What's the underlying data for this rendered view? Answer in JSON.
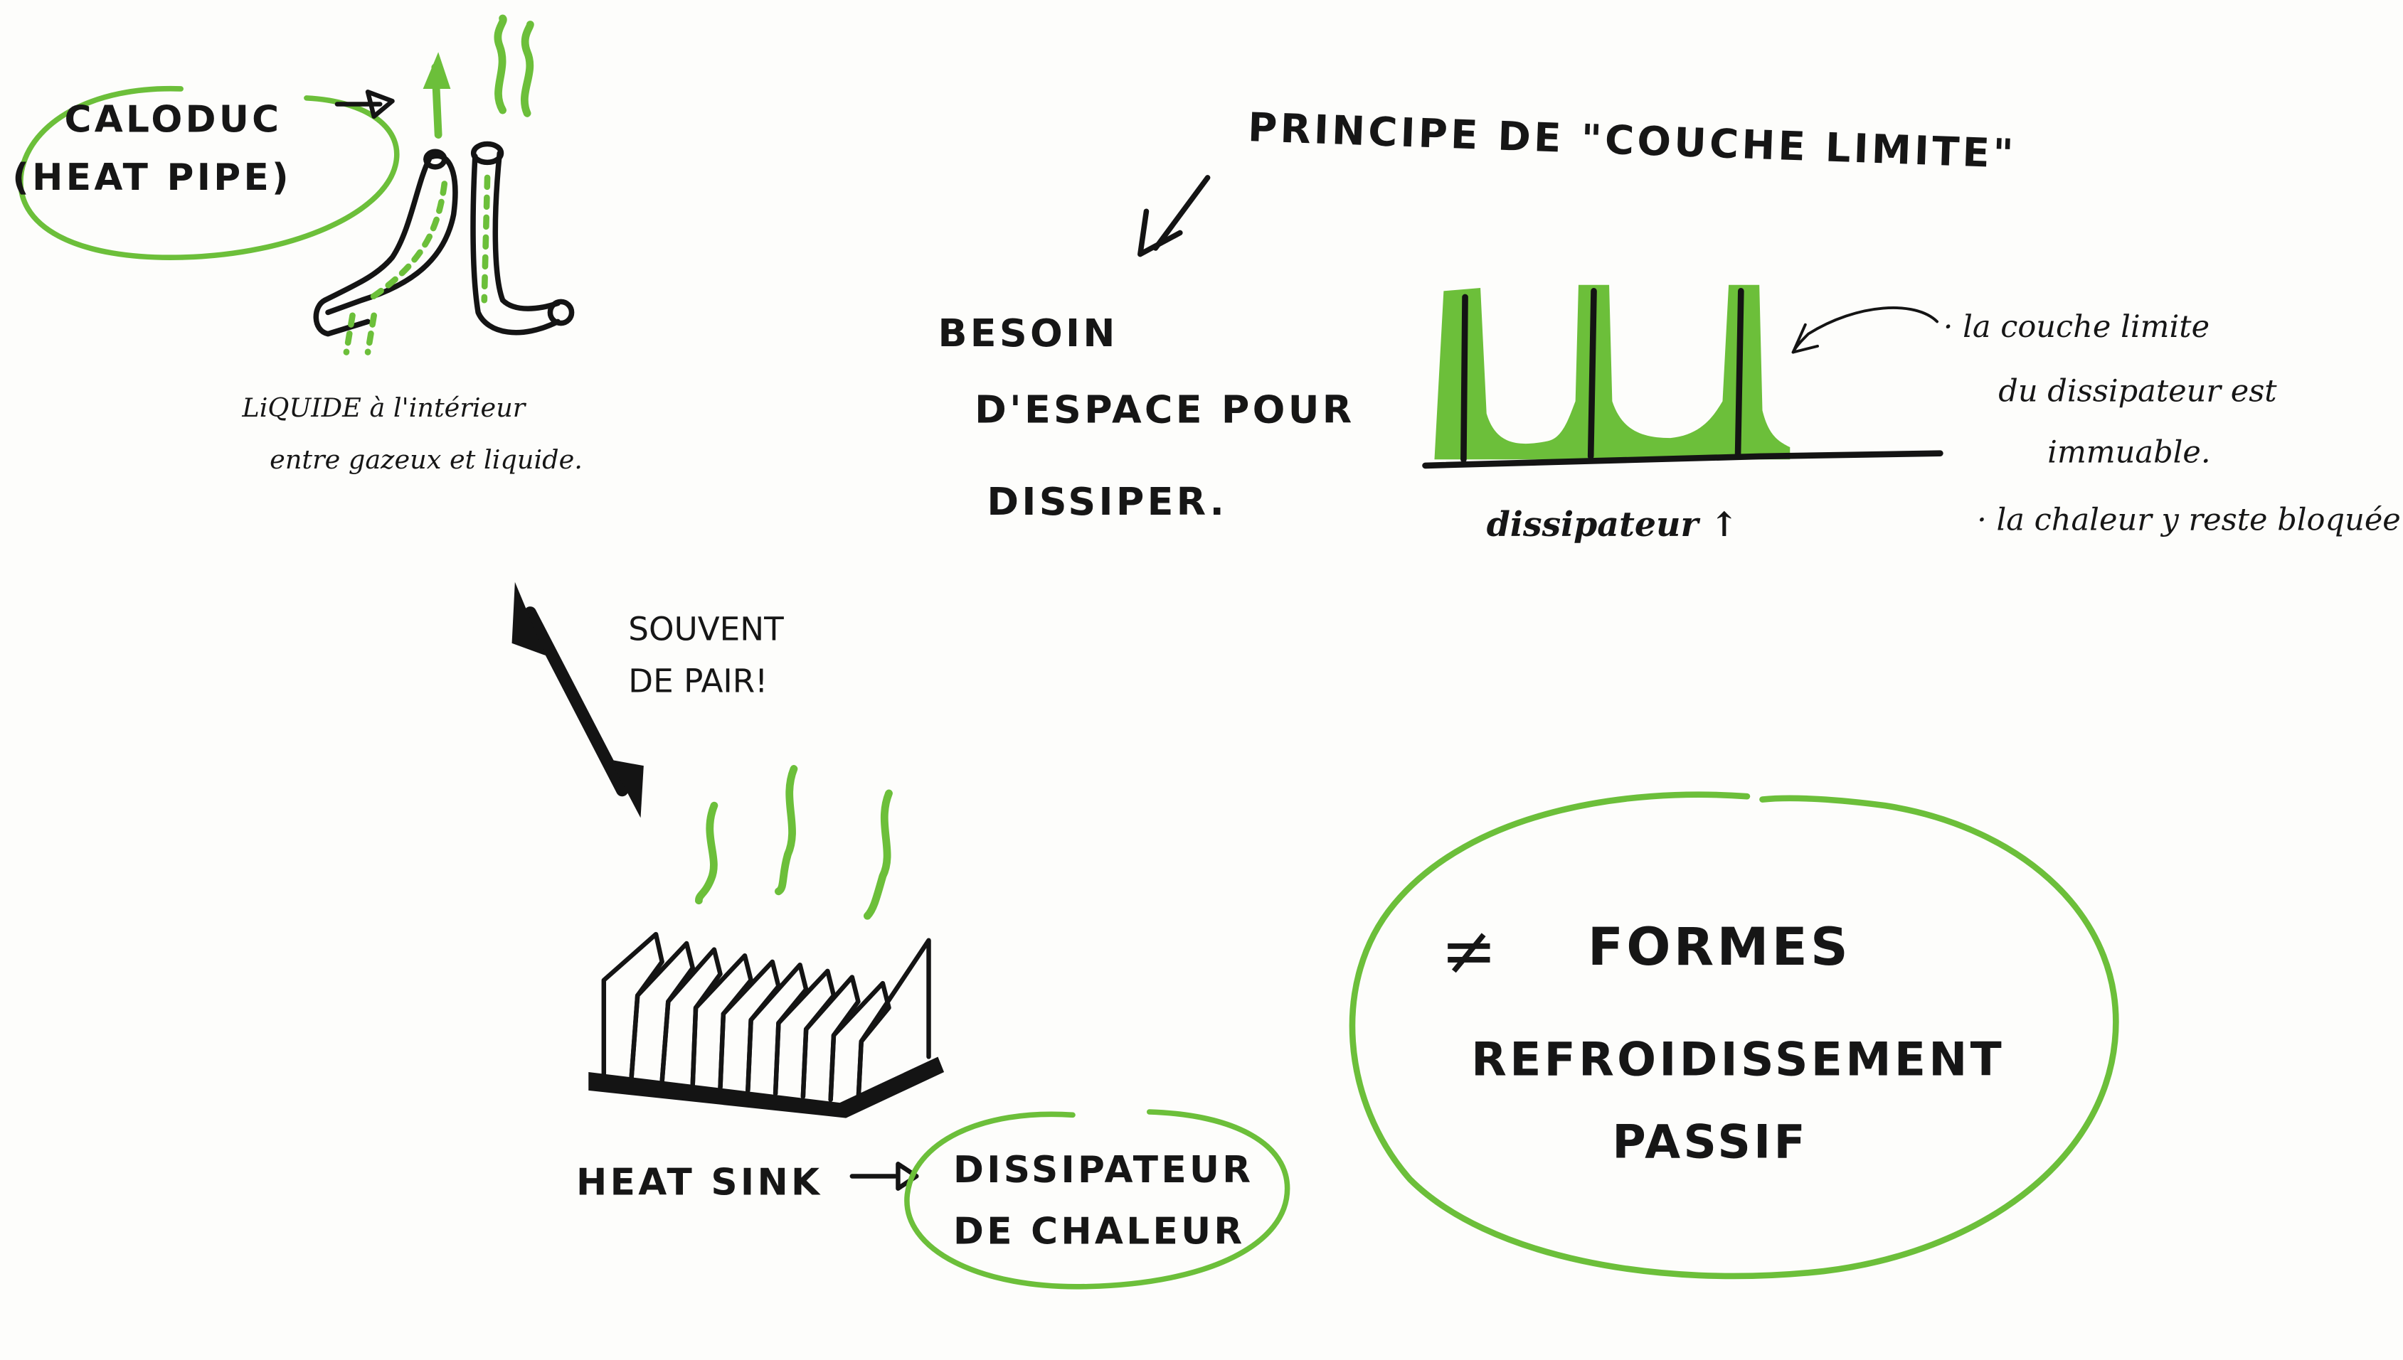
{
  "colors": {
    "accent_green": "#6cbf3a",
    "ink": "#141414",
    "paper": "#fdfdfb"
  },
  "heat_pipe": {
    "title_line1": "CALODUC",
    "title_line2": "(HEAT PIPE)",
    "note_line1": "LiQUIDE à l'intérieur",
    "note_line2": "entre gazeux et liquide."
  },
  "link": {
    "line1": "SOUVENT",
    "line2": "DE PAIR!"
  },
  "heat_sink": {
    "label": "HEAT SINK",
    "translation_line1": "DISSIPATEUR",
    "translation_line2": "DE CHALEUR"
  },
  "boundary_layer": {
    "title": "PRINCIPE DE \"COUCHE LIMITE\"",
    "need_line1": "BESOIN",
    "need_line2": "D'ESPACE POUR",
    "need_line3": "DISSIPER.",
    "graph_label": "dissipateur ↑",
    "note1_line1": "· la couche limite",
    "note1_line2": "du dissipateur est",
    "note1_line3": "immuable.",
    "note2_line1": "· la chaleur y reste bloquée."
  },
  "summary": {
    "symbol": "≠",
    "line1": "FORMES",
    "line2": "REFROIDISSEMENT",
    "line3": "PASSIF"
  }
}
